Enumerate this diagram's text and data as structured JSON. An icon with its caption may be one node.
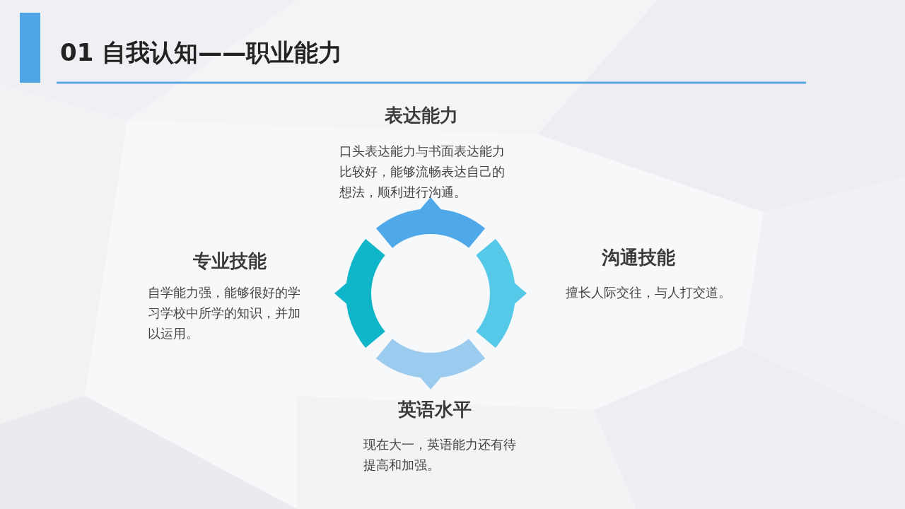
{
  "diagram": {
    "title": "01 自我认知——职业能力",
    "labels": [
      "表达能力",
      "口头表达能力与书面表达能力比较好，能够流畅表达自己的想法，顺利进行沟通。",
      "专业技能",
      "沟通技能",
      "自学能力强，能够很好的学习学校中所学的知识，并加以运用。",
      "擅长人际交往，与人打交道。",
      "英语水平",
      "现在大一，英语能力还有待提高和加强。"
    ]
  }
}
